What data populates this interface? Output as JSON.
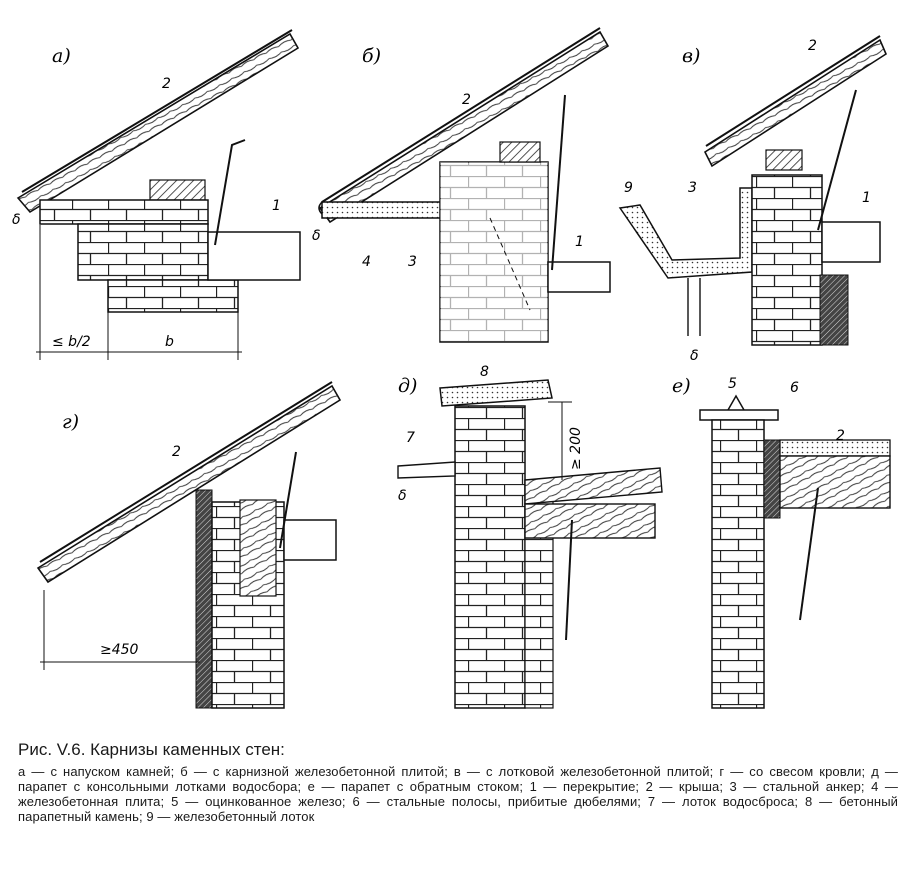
{
  "panels": {
    "a": "а)",
    "b": "б)",
    "v": "в)",
    "g": "г)",
    "d": "д)",
    "e": "е)"
  },
  "numbers": {
    "n1": "1",
    "n2": "2",
    "n3": "3",
    "n4": "4",
    "n5": "5",
    "n6": "6",
    "n7": "7",
    "n8": "8",
    "n9": "9"
  },
  "dimensions": {
    "half_b": "≤ b/2",
    "b": "b",
    "gte450": "≥450",
    "gte200": "≥ 200",
    "delta": "δ"
  },
  "caption": {
    "title": "Рис. V.6. Карнизы каменных стен:",
    "body": "а — с напуском камней; б — с карнизной железобетонной плитой; в — с лотковой железобетонной плитой; г — со свесом кровли; д — парапет с консольными лотками водосбора; е — парапет с обратным стоком; 1 — перекрытие; 2 — крыша; 3 — стальной анкер; 4 — железобетонная плита; 5 — оцинкованное железо; 6 — стальные полосы, прибитые дюбелями; 7 — лоток водосброса; 8 — бетонный парапетный камень; 9 — железобетонный лоток"
  }
}
